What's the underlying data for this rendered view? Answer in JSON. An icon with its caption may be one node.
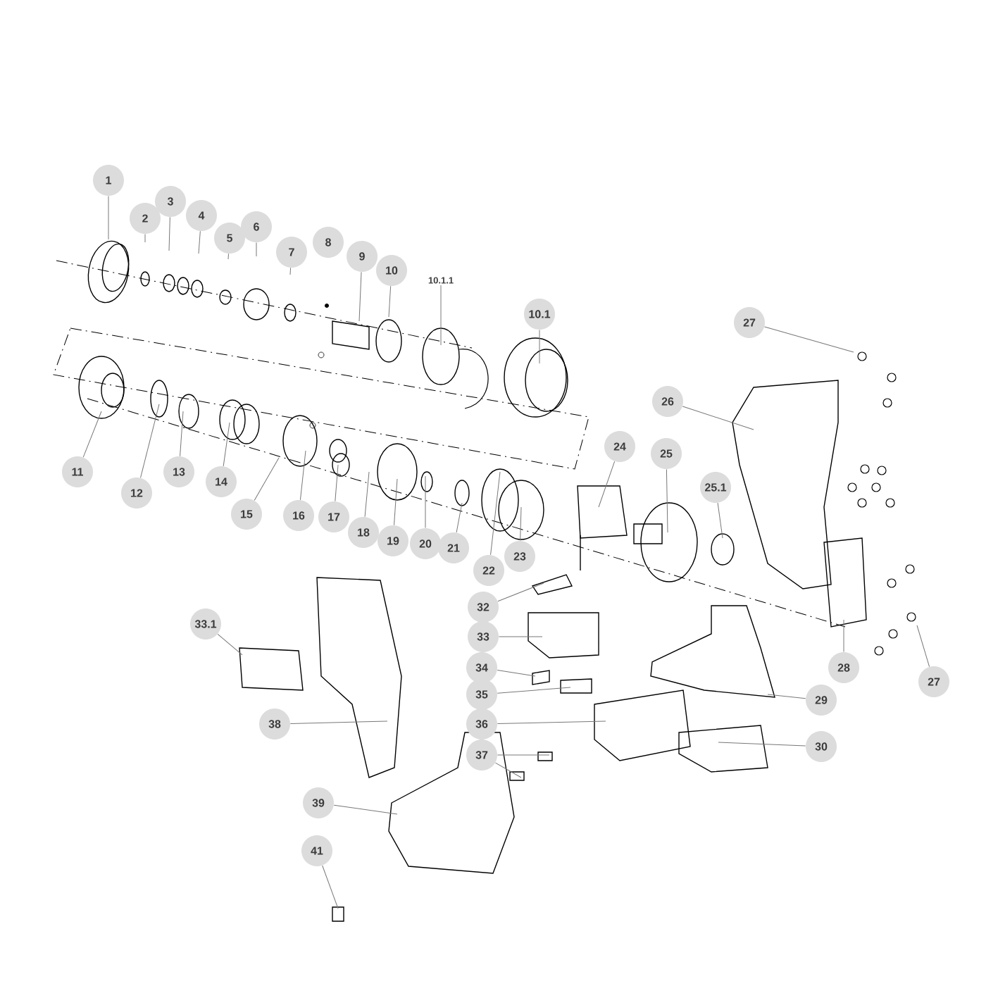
{
  "diagram": {
    "nodes": [
      {
        "text": [
          "1"
        ]
      },
      {
        "text": [
          "2"
        ]
      },
      {
        "text": [
          "3"
        ]
      },
      {
        "text": [
          "4"
        ]
      },
      {
        "text": [
          "5"
        ]
      },
      {
        "text": [
          "6"
        ]
      },
      {
        "text": [
          "7"
        ]
      },
      {
        "text": [
          "9"
        ]
      },
      {
        "text": [
          "10"
        ]
      },
      {
        "text": [
          "10.1.1"
        ]
      },
      {
        "text": [
          "10.1"
        ]
      },
      {
        "text": [
          "27"
        ]
      },
      {
        "text": [
          "26"
        ]
      },
      {
        "text": [
          "11"
        ]
      },
      {
        "text": [
          "12"
        ]
      },
      {
        "text": [
          "13"
        ]
      },
      {
        "text": [
          "14"
        ]
      },
      {
        "text": [
          "15"
        ]
      },
      {
        "text": [
          "16"
        ]
      },
      {
        "text": [
          "17"
        ]
      },
      {
        "text": [
          "18"
        ]
      },
      {
        "text": [
          "19"
        ]
      },
      {
        "text": [
          "20"
        ]
      },
      {
        "text": [
          "21"
        ]
      },
      {
        "text": [
          "22"
        ]
      },
      {
        "text": [
          "23"
        ]
      },
      {
        "text": [
          "24"
        ]
      },
      {
        "text": [
          "25"
        ]
      },
      {
        "text": [
          "25.1"
        ]
      },
      {
        "text": [
          "32"
        ]
      },
      {
        "text": [
          "33.1"
        ]
      },
      {
        "text": [
          "33"
        ]
      },
      {
        "text": [
          "34"
        ]
      },
      {
        "text": [
          "28"
        ]
      },
      {
        "text": [
          "27"
        ]
      },
      {
        "text": [
          "35"
        ]
      },
      {
        "text": [
          "29"
        ]
      },
      {
        "text": [
          "38"
        ]
      },
      {
        "text": [
          "36"
        ]
      },
      {
        "text": [
          "30"
        ]
      },
      {
        "text": [
          "37"
        ]
      },
      {
        "text": [
          "39"
        ]
      },
      {
        "text": [
          "41"
        ]
      },
      {
        "text": [
          "8"
        ]
      }
    ],
    "edges": [
      {
        "from": 0,
        "to": null,
        "arrow": "none"
      },
      {
        "from": 1,
        "to": null,
        "arrow": "none"
      },
      {
        "from": 2,
        "to": null,
        "arrow": "none"
      },
      {
        "from": 3,
        "to": null,
        "arrow": "none"
      },
      {
        "from": 4,
        "to": null,
        "arrow": "none"
      },
      {
        "from": 5,
        "to": null,
        "arrow": "none"
      },
      {
        "from": 6,
        "to": null,
        "arrow": "none"
      },
      {
        "from": 7,
        "to": null,
        "arrow": "none"
      },
      {
        "from": 8,
        "to": null,
        "arrow": "none"
      },
      {
        "from": 9,
        "to": null,
        "arrow": "none"
      },
      {
        "from": 10,
        "to": null,
        "arrow": "none"
      },
      {
        "from": 11,
        "to": null,
        "arrow": "none"
      },
      {
        "from": 12,
        "to": null,
        "arrow": "none"
      },
      {
        "from": 13,
        "to": null,
        "arrow": "none"
      },
      {
        "from": 14,
        "to": null,
        "arrow": "none"
      },
      {
        "from": 15,
        "to": null,
        "arrow": "none"
      },
      {
        "from": 16,
        "to": null,
        "arrow": "none"
      },
      {
        "from": 17,
        "to": null,
        "arrow": "none"
      },
      {
        "from": 18,
        "to": null,
        "arrow": "none"
      },
      {
        "from": 19,
        "to": null,
        "arrow": "none"
      },
      {
        "from": 20,
        "to": null,
        "arrow": "none"
      },
      {
        "from": 21,
        "to": null,
        "arrow": "none"
      },
      {
        "from": 22,
        "to": null,
        "arrow": "none"
      },
      {
        "from": 23,
        "to": null,
        "arrow": "none"
      },
      {
        "from": 24,
        "to": null,
        "arrow": "none"
      },
      {
        "from": 25,
        "to": null,
        "arrow": "none"
      },
      {
        "from": 26,
        "to": null,
        "arrow": "none"
      },
      {
        "from": 27,
        "to": null,
        "arrow": "none"
      },
      {
        "from": 28,
        "to": null,
        "arrow": "none"
      },
      {
        "from": 29,
        "to": null,
        "arrow": "none"
      },
      {
        "from": 30,
        "to": null,
        "arrow": "none"
      },
      {
        "from": 31,
        "to": null,
        "arrow": "none"
      },
      {
        "from": 32,
        "to": null,
        "arrow": "none"
      },
      {
        "from": 33,
        "to": null,
        "arrow": "none"
      },
      {
        "from": 34,
        "to": null,
        "arrow": "none"
      },
      {
        "from": 35,
        "to": null,
        "arrow": "none"
      },
      {
        "from": 36,
        "to": null,
        "arrow": "none"
      },
      {
        "from": 37,
        "to": null,
        "arrow": "none"
      },
      {
        "from": 38,
        "to": null,
        "arrow": "none"
      },
      {
        "from": 39,
        "to": null,
        "arrow": "none"
      },
      {
        "from": 40,
        "to": null,
        "arrow": "none"
      },
      {
        "from": 40,
        "to": null,
        "arrow": "none"
      },
      {
        "from": 41,
        "to": null,
        "arrow": "none"
      },
      {
        "from": 42,
        "to": null,
        "arrow": "none"
      }
    ]
  }
}
